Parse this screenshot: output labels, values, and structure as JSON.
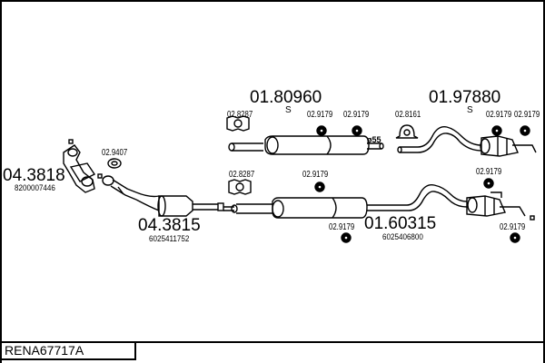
{
  "diagram": {
    "reference": "RENA67717A",
    "parts": [
      {
        "id": "p-43818",
        "number": "04.3818",
        "oem": "8200007446"
      },
      {
        "id": "p-43815",
        "number": "04.3815",
        "oem": "6025411752"
      },
      {
        "id": "p-180960",
        "number": "01.80960",
        "suffix": "S"
      },
      {
        "id": "p-197880",
        "number": "01.97880",
        "suffix": "S"
      },
      {
        "id": "p-160315",
        "number": "01.60315",
        "oem": "6025406800"
      }
    ],
    "accessories": {
      "a1": "02.9407",
      "a2": "02.8287",
      "a3": "02.8287",
      "a4": "02.9179",
      "a5": "02.9179",
      "a6": "02.8161",
      "a7": "02.9179",
      "a8": "02.9179",
      "a9": "02.9179",
      "a10": "02.9179",
      "a11": "02.9179",
      "a12": "02.9179"
    },
    "diameter_note": "ø55"
  }
}
